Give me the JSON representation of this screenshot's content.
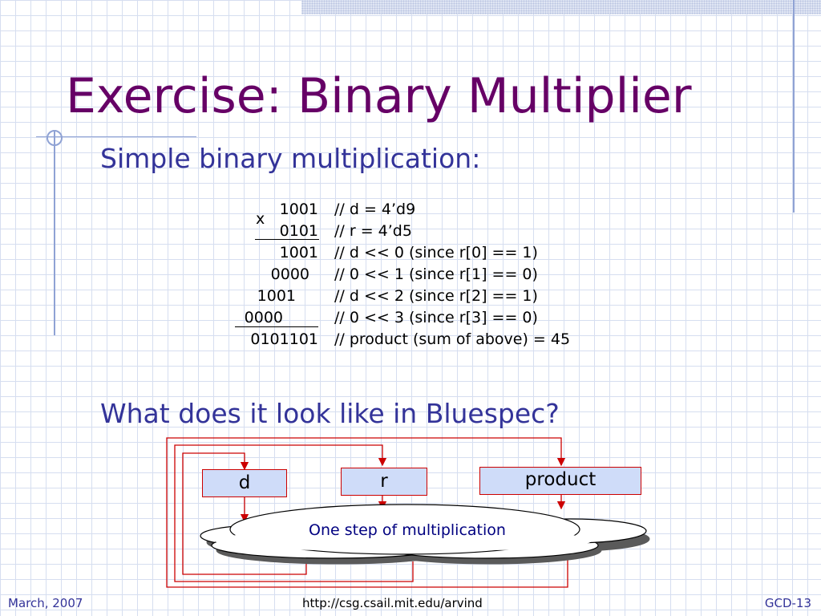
{
  "slide": {
    "title": "Exercise: Binary Multiplier",
    "bullet1": "Simple binary multiplication:",
    "bullet2": "What does it look like in Bluespec?"
  },
  "calc": {
    "times_sign": "x",
    "rows": [
      "1001",
      "0101",
      "1001",
      "0000",
      "1001",
      "0000",
      "0101101"
    ],
    "comments": [
      "// d = 4’d9",
      "// r  = 4’d5",
      "// d << 0 (since r[0] == 1)",
      "// 0 << 1 (since r[1] == 0)",
      "// d << 2 (since r[2] == 1)",
      "// 0 << 3 (since r[3] == 0)",
      "// product (sum of above) = 45"
    ]
  },
  "diagram": {
    "reg_d": "d",
    "reg_r": "r",
    "reg_product": "product",
    "cloud": "One step of multiplication",
    "wire_color": "#cc0000",
    "box_fill": "#cfdcf9"
  },
  "footer": {
    "date": "March, 2007",
    "url": "http://csg.csail.mit.edu/arvind",
    "page": "GCD-13"
  },
  "colors": {
    "title": "#660066",
    "bullet": "#333399",
    "accent_line": "#8fa2d4"
  }
}
